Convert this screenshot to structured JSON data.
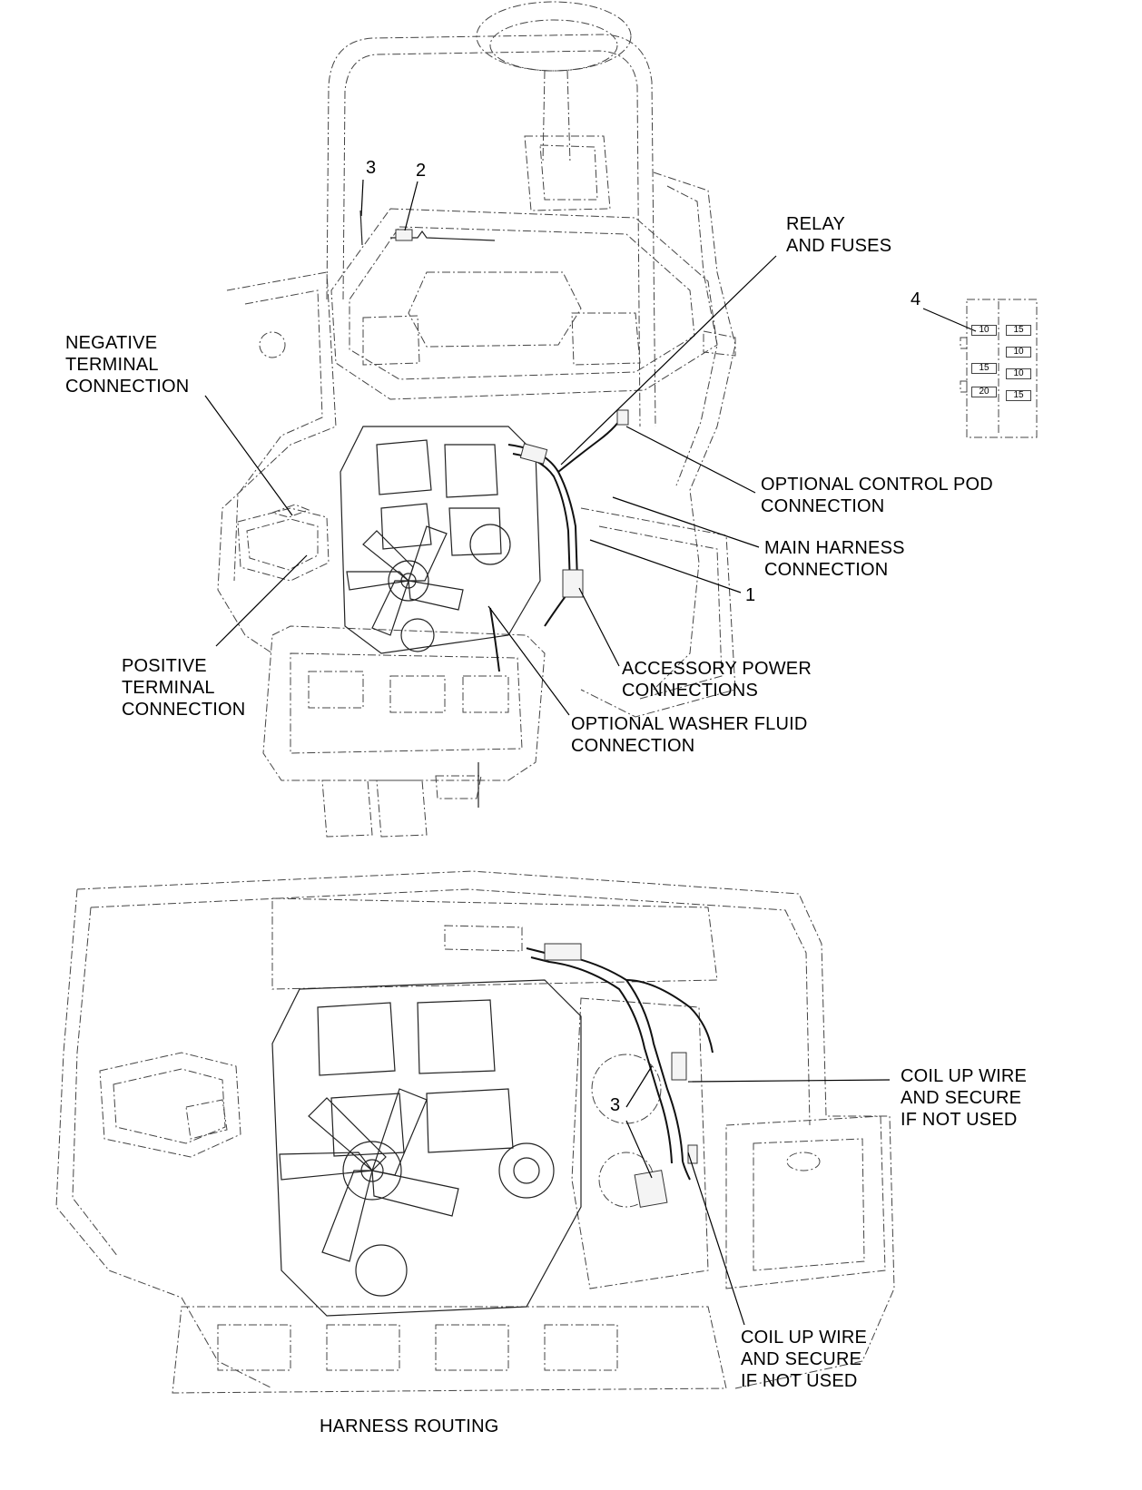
{
  "labels": {
    "relay_and_fuses": [
      "RELAY",
      "AND FUSES"
    ],
    "negative_terminal": [
      "NEGATIVE",
      "TERMINAL",
      "CONNECTION"
    ],
    "optional_control_pod": [
      "OPTIONAL CONTROL POD",
      "CONNECTION"
    ],
    "main_harness": [
      "MAIN HARNESS",
      "CONNECTION"
    ],
    "positive_terminal": [
      "POSITIVE",
      "TERMINAL",
      "CONNECTION"
    ],
    "accessory_power": [
      "ACCESSORY POWER",
      "CONNECTIONS"
    ],
    "optional_washer_fluid": [
      "OPTIONAL WASHER FLUID",
      "CONNECTION"
    ],
    "coil_up_right": [
      "COIL UP WIRE",
      "AND SECURE",
      "IF NOT USED"
    ],
    "coil_up_bottom": [
      "COIL UP WIRE",
      "AND SECURE",
      "IF NOT USED"
    ],
    "caption": "HARNESS ROUTING"
  },
  "callouts": {
    "item_1": "1",
    "item_2": "2",
    "item_3_top": "3",
    "item_3_bottom": "3",
    "item_4": "4"
  },
  "fuse_block": {
    "left_column": [
      "10",
      "15",
      "20"
    ],
    "right_column": [
      "15",
      "10",
      "10",
      "15"
    ]
  }
}
